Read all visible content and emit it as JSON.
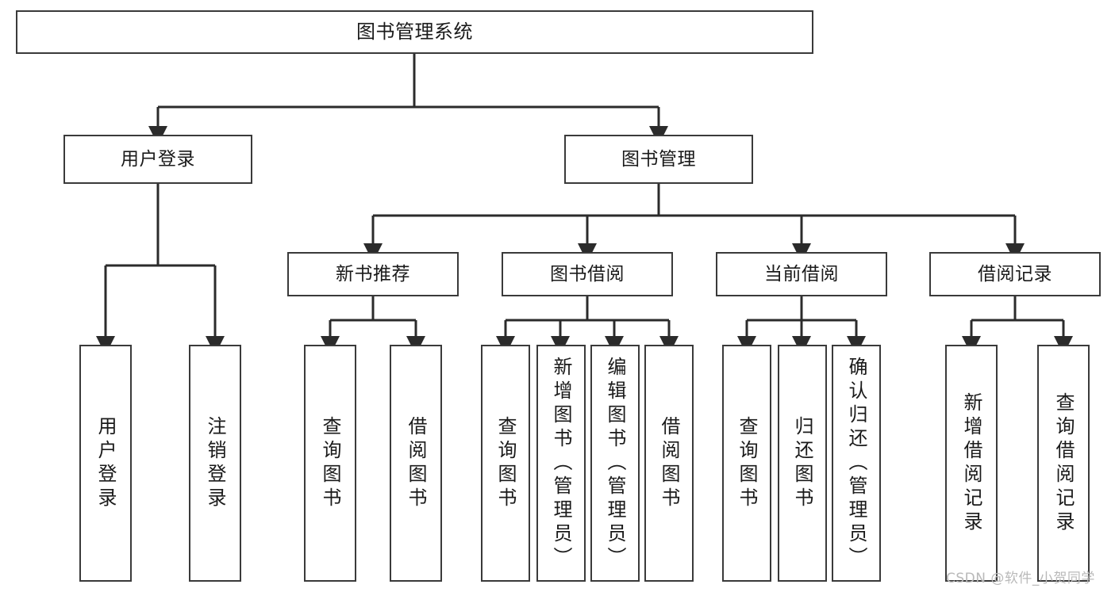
{
  "diagram": {
    "type": "tree",
    "title": "图书管理系统",
    "watermark": "CSDN @软件_小贺同学",
    "colors": {
      "background": "#ffffff",
      "box_border": "#3a3a3a",
      "box_fill": "#ffffff",
      "connector": "#2b2b2b",
      "text": "#1a1a1a",
      "watermark": "#b9b9b9"
    },
    "nodes": {
      "root": {
        "label": "图书管理系统"
      },
      "level1": [
        {
          "id": "user-login",
          "label": "用户登录"
        },
        {
          "id": "book-management",
          "label": "图书管理"
        }
      ],
      "level2": [
        {
          "id": "new-book-recommend",
          "label": "新书推荐"
        },
        {
          "id": "book-borrow",
          "label": "图书借阅"
        },
        {
          "id": "current-borrow",
          "label": "当前借阅"
        },
        {
          "id": "borrow-record",
          "label": "借阅记录"
        }
      ],
      "leaves": [
        {
          "id": "leaf-user-login",
          "parent": "user-login",
          "label": "用户登录"
        },
        {
          "id": "leaf-logout",
          "parent": "user-login",
          "label": "注销登录"
        },
        {
          "id": "leaf-query-book-1",
          "parent": "new-book-recommend",
          "label": "查询图书"
        },
        {
          "id": "leaf-borrow-book-1",
          "parent": "new-book-recommend",
          "label": "借阅图书"
        },
        {
          "id": "leaf-query-book-2",
          "parent": "book-borrow",
          "label": "查询图书"
        },
        {
          "id": "leaf-add-book",
          "parent": "book-borrow",
          "label": "新增图书（管理员）"
        },
        {
          "id": "leaf-edit-book",
          "parent": "book-borrow",
          "label": "编辑图书（管理员）"
        },
        {
          "id": "leaf-borrow-book-2",
          "parent": "book-borrow",
          "label": "借阅图书"
        },
        {
          "id": "leaf-query-book-3",
          "parent": "current-borrow",
          "label": "查询图书"
        },
        {
          "id": "leaf-return-book",
          "parent": "current-borrow",
          "label": "归还图书"
        },
        {
          "id": "leaf-confirm-return",
          "parent": "current-borrow",
          "label": "确认归还（管理员）"
        },
        {
          "id": "leaf-add-record",
          "parent": "borrow-record",
          "label": "新增借阅记录"
        },
        {
          "id": "leaf-query-record",
          "parent": "borrow-record",
          "label": "查询借阅记录"
        }
      ]
    }
  }
}
